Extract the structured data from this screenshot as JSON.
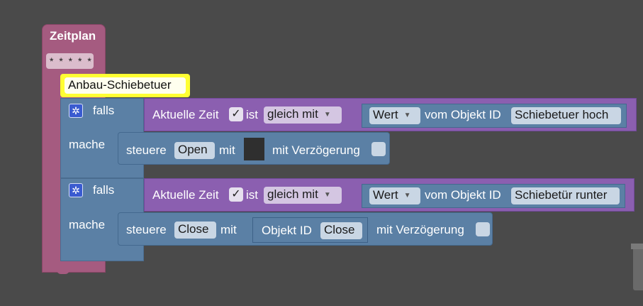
{
  "schedule_block": {
    "title": "Zeitplan",
    "cron_value": "* * * * *"
  },
  "comment": {
    "text": "Anbau-Schiebetuer"
  },
  "if_blocks": [
    {
      "if_label": "falls",
      "do_label": "mache",
      "condition": {
        "time_label": "Aktuelle Zeit",
        "check_mark": "✓",
        "is_label": "ist",
        "operator": "gleich mit",
        "value_select": "Wert",
        "object_label": "vom Objekt ID",
        "object_id": "Schiebetuer hoch"
      },
      "action": {
        "control_label": "steuere",
        "target": "Open",
        "with_label": "mit",
        "delay_label": "mit Verzögerung"
      }
    },
    {
      "if_label": "falls",
      "do_label": "mache",
      "condition": {
        "time_label": "Aktuelle Zeit",
        "check_mark": "✓",
        "is_label": "ist",
        "operator": "gleich mit",
        "value_select": "Wert",
        "object_label": "vom Objekt ID",
        "object_id": "Schiebetür runter"
      },
      "action": {
        "control_label": "steuere",
        "target": "Close",
        "with_label": "mit",
        "object_id_label": "Objekt ID",
        "object_id_value": "Close",
        "delay_label": "mit Verzögerung"
      }
    }
  ],
  "colors": {
    "background": "#4a4a4a",
    "schedule": "#a55b80",
    "control": "#5b80a5",
    "logic": "#8b5fb0",
    "value": "#5b80a5",
    "comment_bg": "#ffff33"
  },
  "icons": {
    "mutator": "gear-icon"
  }
}
